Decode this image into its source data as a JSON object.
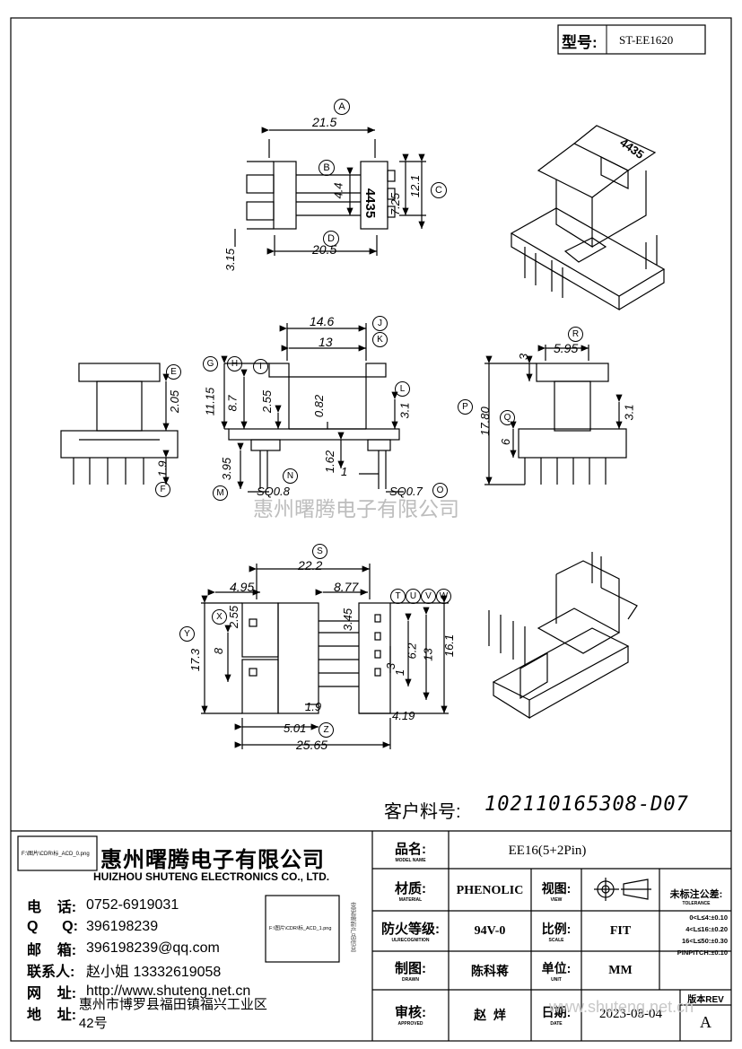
{
  "header": {
    "model_label": "型号:",
    "model_value": "ST-EE1620"
  },
  "watermark": "惠州曙腾电子有限公司",
  "customer": {
    "label": "客户料号:",
    "value": "102110165308-D07"
  },
  "views": {
    "top": {
      "circles": [
        "A",
        "B",
        "C",
        "D"
      ],
      "dims": [
        "21.5",
        "4.4",
        "7.25",
        "12.1",
        "20.5",
        "3.15"
      ],
      "stamp": "4435"
    },
    "front": {
      "circles": [
        "J",
        "K",
        "G",
        "H",
        "I",
        "L",
        "M",
        "N",
        "O",
        "E",
        "F"
      ],
      "dims": [
        "14.6",
        "13",
        "11.15",
        "8.7",
        "2.55",
        "0.82",
        "3.1",
        "3.95",
        "1.62",
        "1",
        "SQ0.8",
        "SQ0.7",
        "2.05",
        "1.9"
      ]
    },
    "side": {
      "circles": [
        "R",
        "P",
        "Q"
      ],
      "dims": [
        "5.95",
        "3",
        "17.80",
        "6",
        "3.1"
      ]
    },
    "bottom": {
      "circles": [
        "S",
        "T",
        "U",
        "V",
        "W",
        "X",
        "Y",
        "Z"
      ],
      "dims": [
        "22.2",
        "4.95",
        "8.77",
        "2.55",
        "3.45",
        "8",
        "17.3",
        "3",
        "1",
        "6.2",
        "13",
        "16.1",
        "1.9",
        "5.01",
        "4.19",
        "25.65"
      ]
    },
    "iso_stamp": "4435"
  },
  "company": {
    "logo_path": "F:\\图片\\CDR\\标_ACD_0.png",
    "name_cn": "惠州曙腾电子有限公司",
    "name_en": "HUIZHOU SHUTENG ELECTRONICS CO., LTD.",
    "contacts": [
      {
        "label": "电    话:",
        "value": "0752-6919031"
      },
      {
        "label": "Q      Q:",
        "value": "396198239"
      },
      {
        "label": "邮    箱:",
        "value": "396198239@qq.com"
      },
      {
        "label": "联系人:",
        "value": "赵小姐 13332619058"
      },
      {
        "label": "网    址:",
        "value": "http://www.shuteng.net.cn"
      },
      {
        "label": "地    址:",
        "value": "惠州市博罗县福田镇福兴工业区42号"
      }
    ],
    "stamp_path": "F:\\图片\\CDR\\标_ACD_1.png",
    "stamp_text": "变更最新产品信息"
  },
  "title_block": {
    "product_name": {
      "label": "品名:",
      "sub": "MODEL NAME",
      "value": "EE16(5+2Pin)"
    },
    "material": {
      "label": "材质:",
      "sub": "MATERIAL",
      "value": "PHENOLIC"
    },
    "view": {
      "label": "视图:",
      "sub": "VIEW"
    },
    "flame": {
      "label": "防火等级:",
      "sub": "ULRECOGNITION",
      "value": "94V-0"
    },
    "scale": {
      "label": "比例:",
      "sub": "SCALE",
      "value": "FIT"
    },
    "drawn": {
      "label": "制图:",
      "sub": "DRAWN",
      "value": "陈科蒋"
    },
    "unit": {
      "label": "单位:",
      "sub": "UNIT",
      "value": "MM"
    },
    "approved": {
      "label": "审核:",
      "sub": "APPROVED",
      "value": "赵  烊"
    },
    "date": {
      "label": "日期:",
      "sub": "DATE",
      "value": "2023-08-04"
    },
    "tolerance": {
      "title": "未标注公差:",
      "sub": "TOLERANCE",
      "rows": [
        "0<L≤4:±0.10",
        "4<L≤16:±0.20",
        "16<L≤50:±0.30",
        "PINPITCH:±0.10"
      ]
    },
    "version": {
      "label": "版本REV",
      "value": "A"
    }
  },
  "footer_watermark": "www.shuteng.net.cn"
}
